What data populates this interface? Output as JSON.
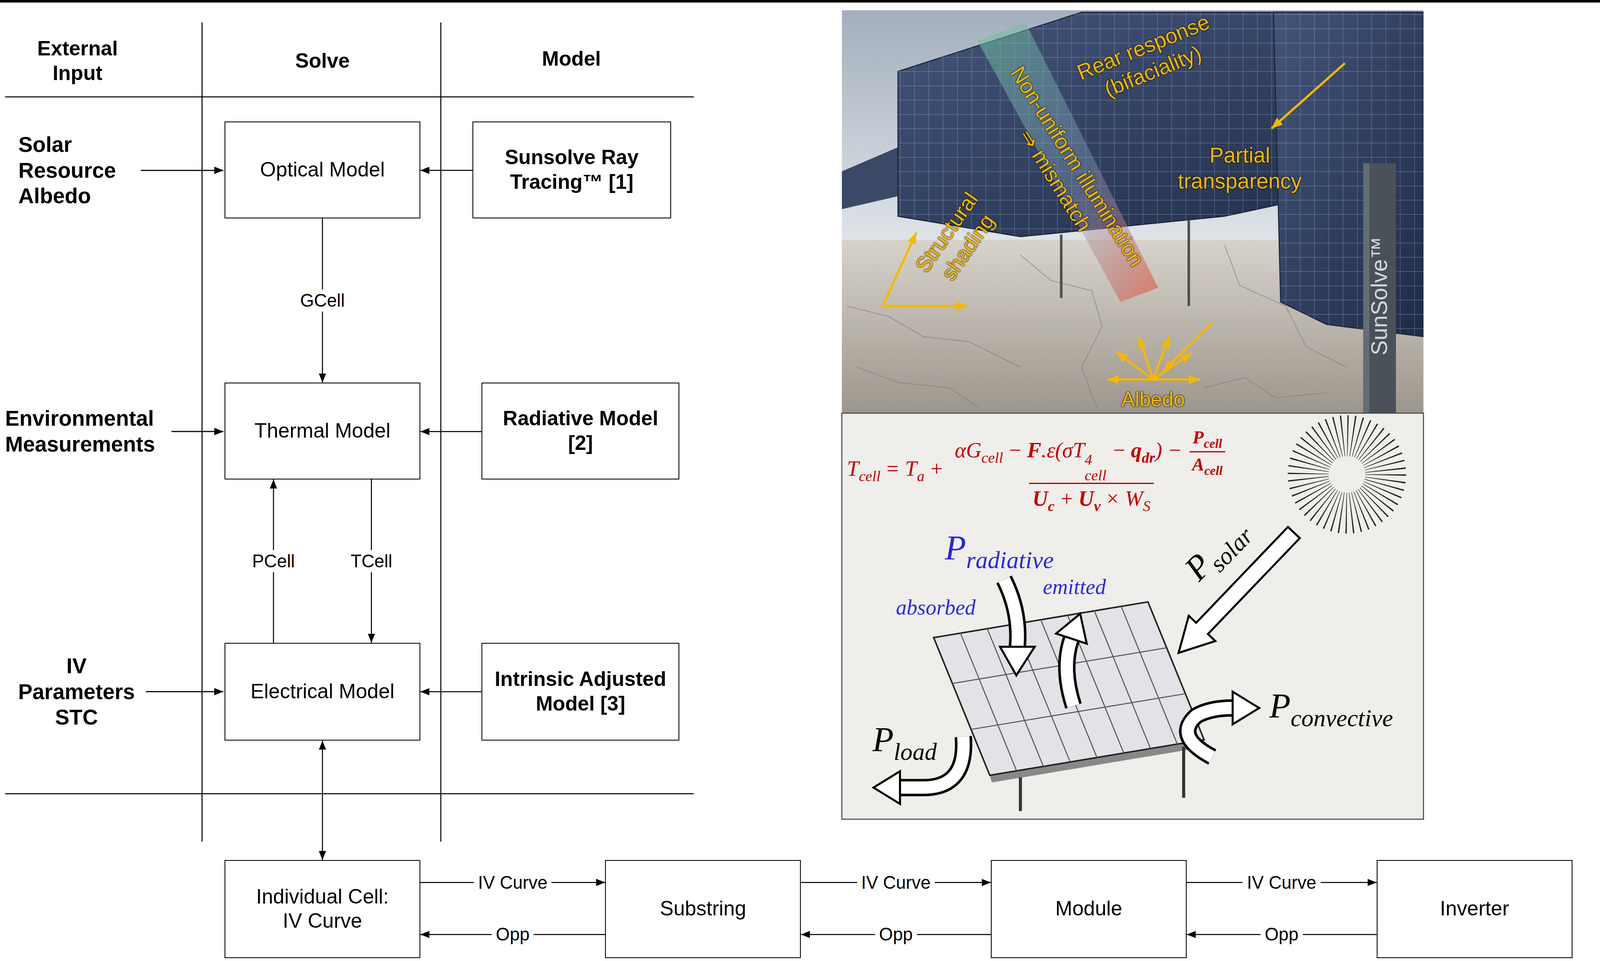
{
  "diagram": {
    "nodes": [
      {
        "text": [
          "Optical Model"
        ]
      },
      {
        "text": [
          "Sunsolve Ray Tracing™ [1]"
        ]
      },
      {
        "text": [
          "Thermal Model"
        ]
      },
      {
        "text": [
          "Radiative Model [2]"
        ]
      },
      {
        "text": [
          "Electrical Model"
        ]
      },
      {
        "text": [
          "Intrinsic Adjusted Model [3]"
        ]
      },
      {
        "text": [
          "Individual Cell: IV Curve"
        ]
      },
      {
        "text": [
          "Substring"
        ]
      },
      {
        "text": [
          "Module"
        ]
      },
      {
        "text": [
          "Inverter"
        ]
      }
    ],
    "edges": [
      {
        "from": 1,
        "to": 0,
        "arrow": "to"
      },
      {
        "from": 0,
        "to": 2,
        "label": "GCell",
        "arrow": "to"
      },
      {
        "from": 3,
        "to": 2,
        "arrow": "to"
      },
      {
        "from": 2,
        "to": 4,
        "label": "TCell",
        "arrow": "to"
      },
      {
        "from": 4,
        "to": 2,
        "label": "PCell",
        "arrow": "to"
      },
      {
        "from": 5,
        "to": 4,
        "arrow": "to"
      },
      {
        "from": 4,
        "to": 6,
        "arrow": "both"
      },
      {
        "from": 6,
        "to": 7,
        "label": "IV Curve",
        "arrow": "to"
      },
      {
        "from": 7,
        "to": 6,
        "label": "Opp",
        "arrow": "to"
      },
      {
        "from": 7,
        "to": 8,
        "label": "IV Curve",
        "arrow": "to"
      },
      {
        "from": 8,
        "to": 7,
        "label": "Opp",
        "arrow": "to"
      },
      {
        "from": 8,
        "to": 9,
        "label": "IV Curve",
        "arrow": "to"
      },
      {
        "from": 9,
        "to": 8,
        "label": "Opp",
        "arrow": "to"
      }
    ],
    "labels": [
      "External Input",
      "Solve",
      "Model",
      "Solar Resource Albedo",
      "Environmental Measurements",
      "IV Parameters STC",
      "Rear response (bifaciality)",
      "Non-uniform illumination ⇒ mismatch",
      "Partial transparency",
      "Structural shading",
      "Albedo",
      "SunSolve™",
      "T",
      "cell",
      "= T",
      "a",
      "+",
      "αG",
      "cell",
      "−",
      "F",
      ".ε(σT",
      "4",
      "cell",
      "−",
      "q",
      "dr",
      ") −",
      "P",
      "cell",
      "A",
      "cell",
      "U",
      "c",
      "+",
      "U",
      "v",
      "× W",
      "S",
      "P",
      "radiative",
      "absorbed",
      "emitted",
      "P",
      "solar",
      "P",
      "convective",
      "P",
      "load"
    ]
  }
}
